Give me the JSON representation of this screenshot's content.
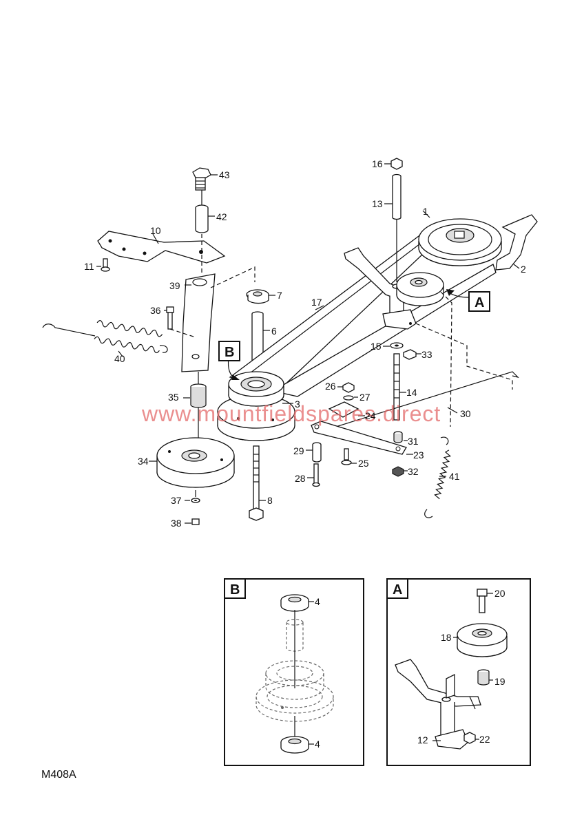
{
  "diagram_ref": "M408A",
  "watermark": "www.mountfieldspares.direct",
  "callouts": {
    "a_main": "A",
    "b_main": "B",
    "b_inset": "B",
    "a_inset": "A"
  },
  "parts": {
    "p1": "1",
    "p2": "2",
    "p3": "3",
    "p4a": "4",
    "p4b": "4",
    "p6": "6",
    "p7": "7",
    "p8": "8",
    "p10": "10",
    "p11": "11",
    "p12": "12",
    "p13": "13",
    "p14": "14",
    "p15": "15",
    "p16": "16",
    "p17": "17",
    "p18": "18",
    "p19": "19",
    "p20": "20",
    "p22": "22",
    "p23": "23",
    "p24": "24",
    "p25": "25",
    "p26": "26",
    "p27": "27",
    "p28": "28",
    "p29": "29",
    "p30": "30",
    "p31": "31",
    "p32": "32",
    "p33": "33",
    "p34": "34",
    "p35": "35",
    "p36": "36",
    "p37": "37",
    "p38": "38",
    "p39": "39",
    "p40": "40",
    "p41": "41",
    "p42": "42",
    "p43": "43"
  }
}
